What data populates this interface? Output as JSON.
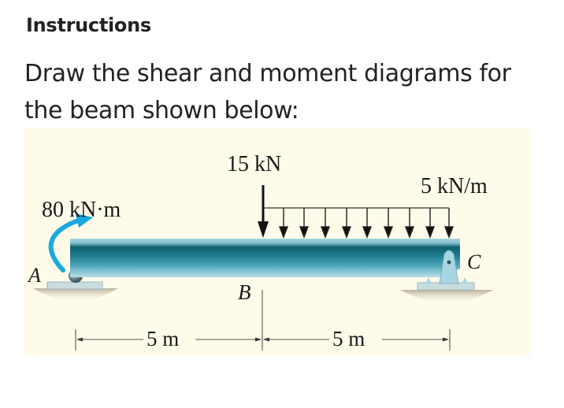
{
  "instructions": {
    "heading": "Instructions",
    "prompt": "Draw the shear and moment diagrams for the beam shown below:"
  },
  "figure": {
    "background_color": "#fefbea",
    "beam_color": "#3f97ad",
    "moment_color": "#1aa8e0",
    "loads": {
      "couple_moment": "80 kN·m",
      "point_load": "15 kN",
      "distributed_load": "5 kN/m"
    },
    "points": {
      "a": "A",
      "b": "B",
      "c": "C"
    },
    "dimensions": {
      "segment_ab": "5 m",
      "segment_bc": "5 m"
    },
    "supports": {
      "a": "roller",
      "c": "pin"
    }
  }
}
